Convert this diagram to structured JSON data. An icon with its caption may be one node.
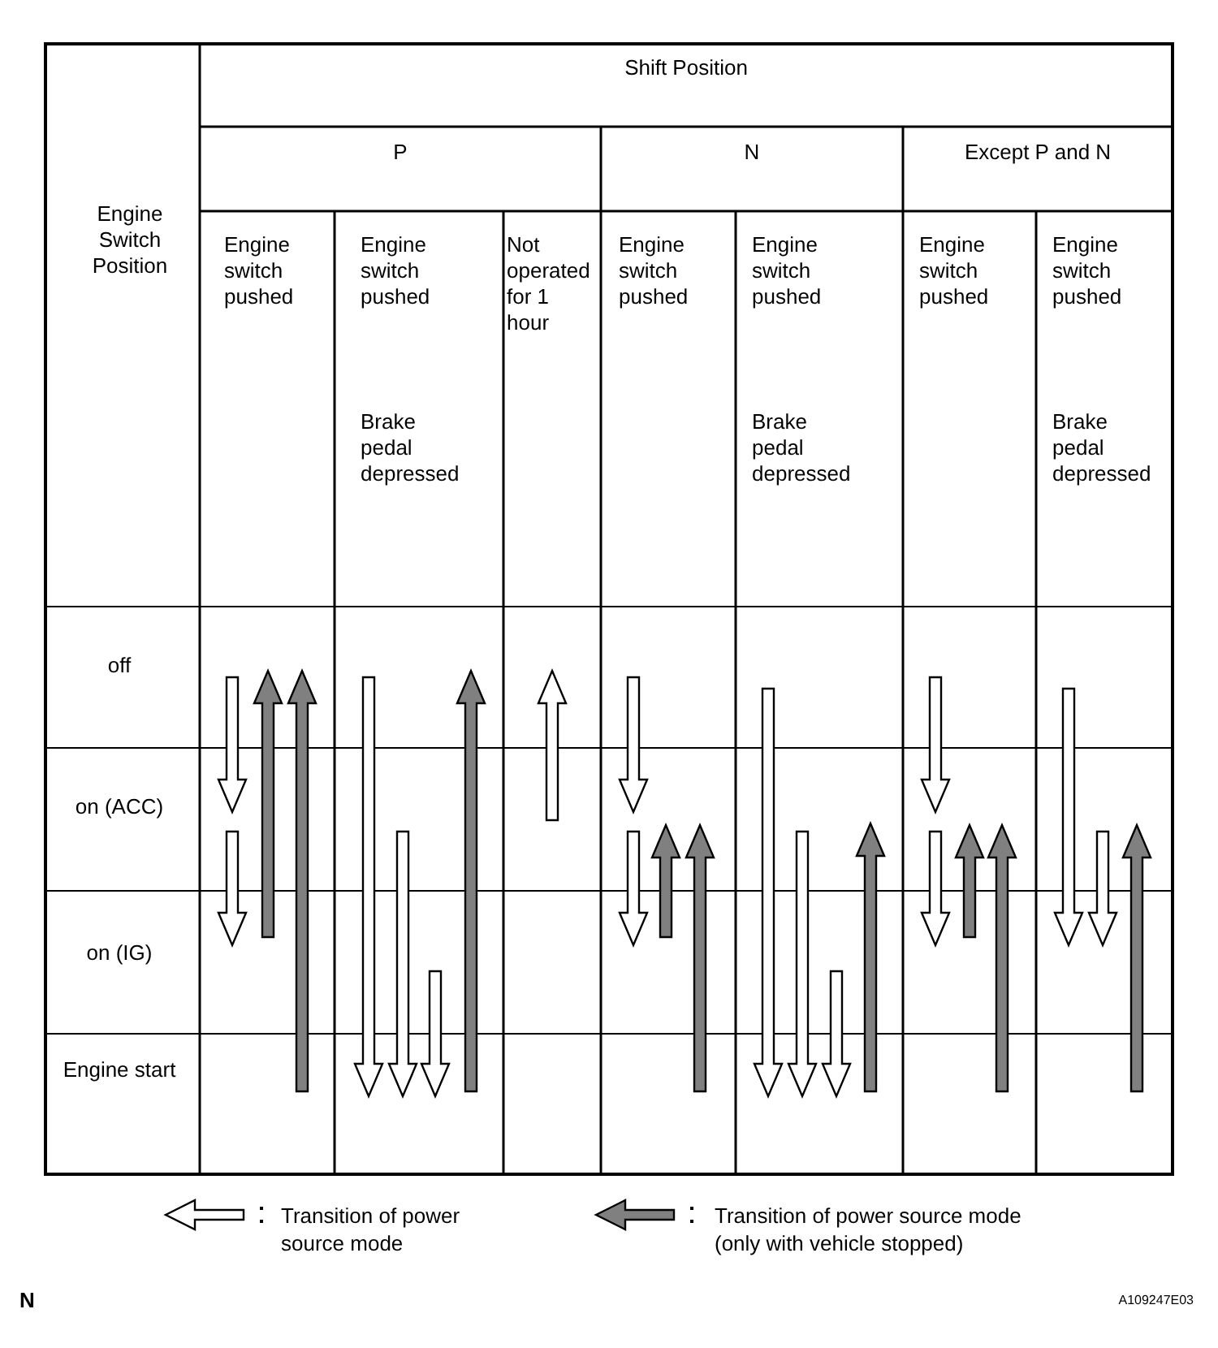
{
  "diagram": {
    "nodes": [
      {
        "text": [
          "off"
        ]
      },
      {
        "text": [
          "on (ACC)"
        ]
      },
      {
        "text": [
          "on (IG)"
        ]
      },
      {
        "text": [
          "Engine start"
        ]
      }
    ],
    "edges": [
      {
        "from": 0,
        "to": 1,
        "arrow": "to"
      },
      {
        "from": 1,
        "to": 2,
        "arrow": "to"
      },
      {
        "from": 2,
        "to": 0,
        "arrow": "to",
        "color": "#808080"
      },
      {
        "from": 3,
        "to": 0,
        "arrow": "to",
        "color": "#808080"
      },
      {
        "from": 0,
        "to": 3,
        "arrow": "to"
      },
      {
        "from": 1,
        "to": 3,
        "arrow": "to"
      },
      {
        "from": 2,
        "to": 3,
        "arrow": "to"
      },
      {
        "from": 3,
        "to": 0,
        "arrow": "to",
        "color": "#808080"
      },
      {
        "from": 1,
        "to": 0,
        "arrow": "to"
      },
      {
        "from": 0,
        "to": 1,
        "arrow": "to"
      },
      {
        "from": 1,
        "to": 2,
        "arrow": "to"
      },
      {
        "from": 2,
        "to": 1,
        "arrow": "to",
        "color": "#808080"
      },
      {
        "from": 3,
        "to": 1,
        "arrow": "to",
        "color": "#808080"
      },
      {
        "from": 0,
        "to": 3,
        "arrow": "to"
      },
      {
        "from": 1,
        "to": 3,
        "arrow": "to"
      },
      {
        "from": 2,
        "to": 3,
        "arrow": "to"
      },
      {
        "from": 3,
        "to": 1,
        "arrow": "to",
        "color": "#808080"
      },
      {
        "from": 0,
        "to": 1,
        "arrow": "to"
      },
      {
        "from": 1,
        "to": 2,
        "arrow": "to"
      },
      {
        "from": 2,
        "to": 1,
        "arrow": "to",
        "color": "#808080"
      },
      {
        "from": 3,
        "to": 1,
        "arrow": "to",
        "color": "#808080"
      },
      {
        "from": 0,
        "to": 2,
        "arrow": "to"
      },
      {
        "from": 1,
        "to": 2,
        "arrow": "to"
      },
      {
        "from": 3,
        "to": 1,
        "arrow": "to",
        "color": "#808080"
      }
    ],
    "labels": [
      "Engine Switch Position",
      "Shift Position",
      "P",
      "N",
      "Except P and N",
      "Engine switch pushed",
      "Engine switch pushed",
      "Brake pedal depressed",
      "Not operated for 1 hour",
      "Engine switch pushed",
      "Engine switch pushed",
      "Brake pedal depressed",
      "Engine switch pushed",
      "Engine switch pushed",
      "Brake pedal depressed",
      "N",
      "A109247E03"
    ],
    "legend": [
      {
        "text": "Transition of power source mode"
      },
      {
        "text": "Transition of power source mode (only with vehicle stopped)"
      }
    ]
  }
}
